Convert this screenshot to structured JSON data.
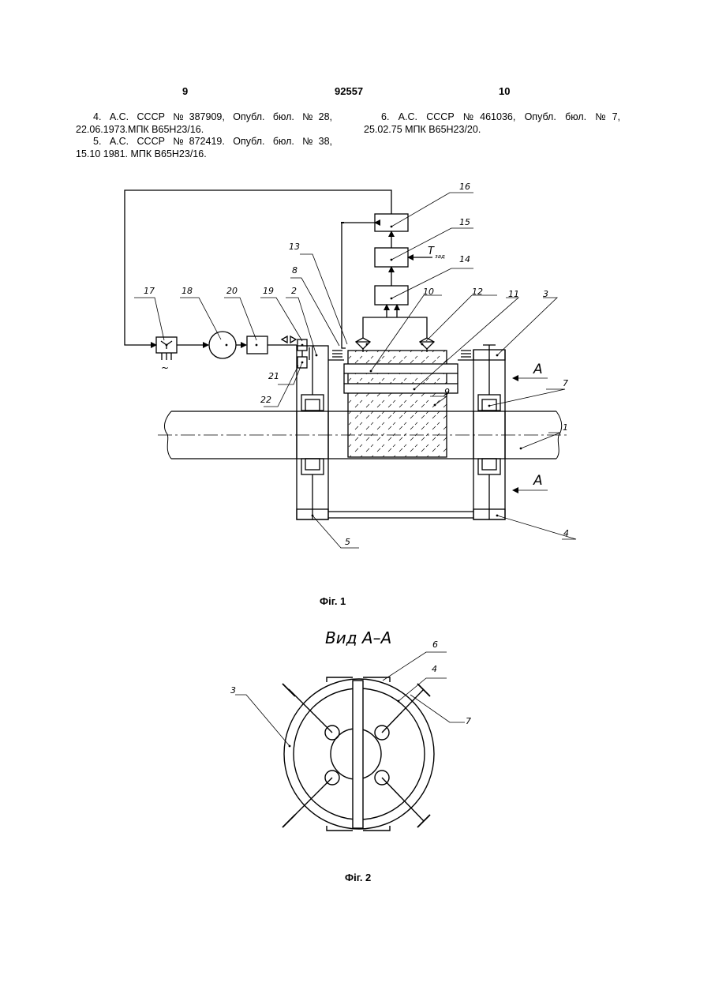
{
  "header": {
    "left_page": "9",
    "patent_number": "92557",
    "right_page": "10"
  },
  "references": {
    "left": [
      {
        "line1": "4. А.С. СССР №387909, Опубл. бюл. №28,",
        "line2": "22.06.1973.МПК B65H23/16."
      },
      {
        "line1": "5. А.С. СССР №872419. Опубл. бюл. №38,",
        "line2": "15.10 1981. МПК B65H23/16."
      }
    ],
    "right": [
      {
        "line1": "6. А.С. СССР №461036, Опубл. бюл. №7,",
        "line2": "25.02.75 МПК B65H23/20."
      }
    ]
  },
  "figure1": {
    "caption": "Фіг. 1",
    "labels": [
      "1",
      "2",
      "3",
      "4",
      "5",
      "7",
      "8",
      "9",
      "10",
      "11",
      "12",
      "13",
      "14",
      "15",
      "16",
      "17",
      "18",
      "19",
      "20",
      "21",
      "22"
    ],
    "arrow_labels": {
      "section_top": "A",
      "section_bottom": "A"
    },
    "input_label": "Т",
    "input_subscript": "зад",
    "supply_symbol": "~"
  },
  "figure2": {
    "caption": "Фіг. 2",
    "view_title": "Вид А–А",
    "labels": [
      "3",
      "4",
      "6",
      "7"
    ]
  }
}
